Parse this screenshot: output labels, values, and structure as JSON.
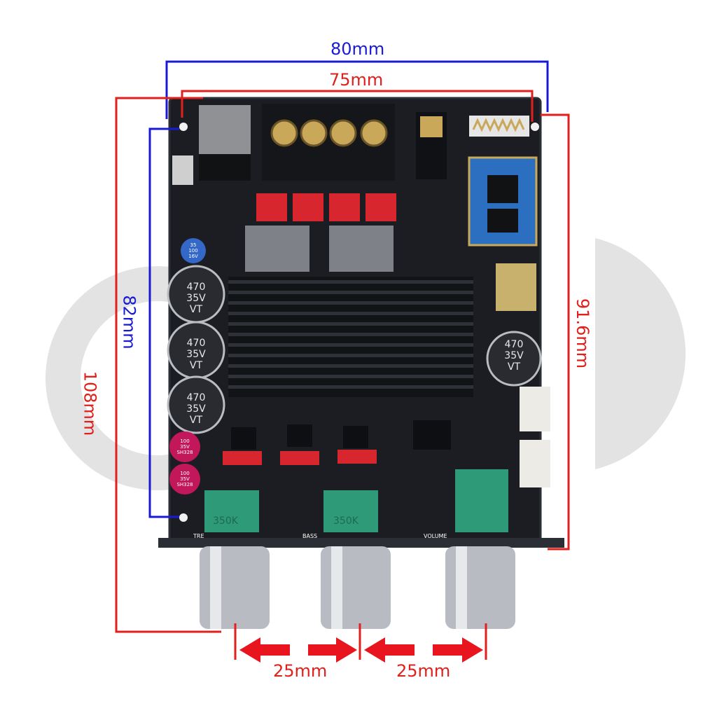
{
  "colors": {
    "background": "#ffffff",
    "watermark": "#e3e3e3",
    "pcb": "#1b1d22",
    "pcb_edge": "#2b2e35",
    "heatsink": "#121317",
    "heatsink_fin": "#2e3138",
    "terminal": "#15161a",
    "cap_body": "#2a2b30",
    "cap_top": "#b9bcc1",
    "red_cap": "#d8262f",
    "pot_green": "#2f9a78",
    "knob_silver": "#b8bcc2",
    "connector_white": "#ecebe6",
    "bt_module": "#2c6fc0",
    "dimension_blue": "#1a1ad6",
    "dimension_red": "#e0201c"
  },
  "dimensions": {
    "top_outer": "80mm",
    "top_inner": "75mm",
    "left_inner": "82mm",
    "left_outer": "108mm",
    "right": "91.6mm",
    "knob_spacing_left": "25mm",
    "knob_spacing_right": "25mm"
  },
  "board_labels": {
    "treble": "TRE",
    "bass": "BASS",
    "volume": "VOLUME",
    "heatsink_cap_1": [
      "470",
      "35V",
      "VT"
    ],
    "heatsink_cap_2": [
      "470",
      "35V",
      "VT"
    ],
    "heatsink_cap_3": [
      "470",
      "35V",
      "VT"
    ],
    "right_cap": [
      "470",
      "35V",
      "VT"
    ],
    "small_cap_blue": [
      "35",
      "100",
      "16V"
    ],
    "small_cap_red_1": [
      "100",
      "35V",
      "SH328"
    ],
    "small_cap_red_2": [
      "100",
      "35V",
      "SH328"
    ],
    "pot_left": "350K",
    "pot_middle": "350K"
  },
  "icons": {
    "knob": "rotary-knob-icon",
    "arrow": "dimension-arrow-icon"
  }
}
